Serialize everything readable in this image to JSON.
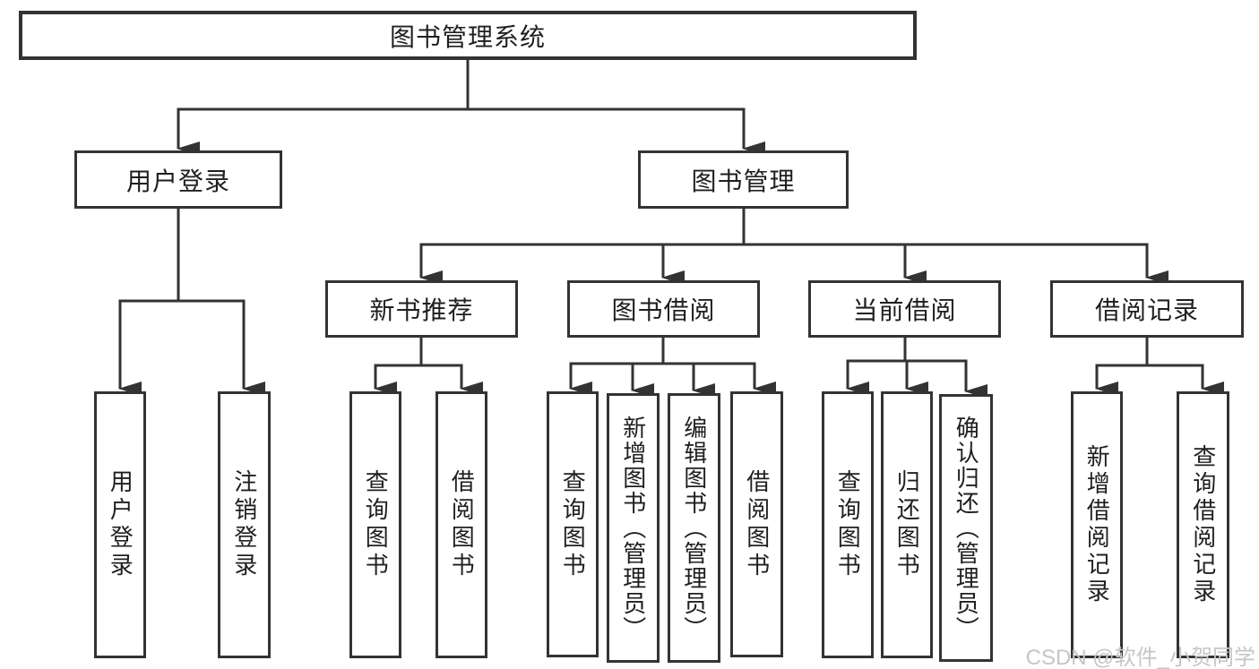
{
  "root": {
    "label": "图书管理系统"
  },
  "branches": [
    {
      "label": "用户登录"
    },
    {
      "label": "图书管理"
    }
  ],
  "modules": [
    {
      "label": "新书推荐"
    },
    {
      "label": "图书借阅"
    },
    {
      "label": "当前借阅"
    },
    {
      "label": "借阅记录"
    }
  ],
  "leaves": {
    "user": [
      {
        "label": "用户登录"
      },
      {
        "label": "注销登录"
      }
    ],
    "new_book": [
      {
        "label": "查询图书"
      },
      {
        "label": "借阅图书"
      }
    ],
    "borrow": [
      {
        "label": "查询图书"
      },
      {
        "label": "新增图书（管理员）"
      },
      {
        "label": "编辑图书（管理员）"
      },
      {
        "label": "借阅图书"
      }
    ],
    "current": [
      {
        "label": "查询图书"
      },
      {
        "label": "归还图书"
      },
      {
        "label": "确认归还（管理员）"
      }
    ],
    "record": [
      {
        "label": "新增借阅记录"
      },
      {
        "label": "查询借阅记录"
      }
    ]
  },
  "watermark": {
    "text": "CSDN @软件_小贺同学"
  },
  "colors": {
    "line": "#333333",
    "text": "#1f1f1f",
    "box_background": "#ffffff",
    "watermark": "#c6c6c6"
  }
}
